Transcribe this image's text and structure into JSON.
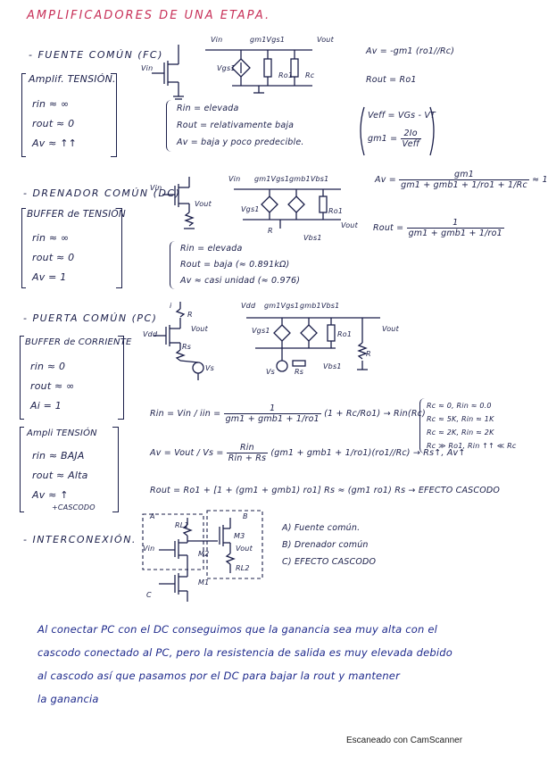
{
  "title": "AMPLIFICADORES DE UNA ETAPA.",
  "fc": {
    "heading": "- FUENTE COMÚN (FC)",
    "box_title": "Amplif. TENSIÓN.",
    "box_lines": [
      "rin ≈ ∞",
      "rout ≈ 0",
      "Av ≈ ↑↑"
    ],
    "props": [
      "Rin = elevada",
      "Rout = relativamente baja",
      "Av = baja y poco predecible."
    ],
    "av": "Av = -gm1 (ro1//Rc)",
    "rout": "Rout = Ro1",
    "veff": "Veff = VGs - VT",
    "gm_lhs": "gm1 =",
    "gm_num": "2Io",
    "gm_den": "Veff",
    "labels": [
      "Vin",
      "gm1Vgs1",
      "Vout",
      "Vgs1",
      "Ro1",
      "Rc"
    ]
  },
  "dc": {
    "heading": "- DRENADOR COMÚN (DC)",
    "box_title": "BUFFER de TENSIÓN",
    "box_lines": [
      "rin ≈ ∞",
      "rout ≈ 0",
      "Av = 1"
    ],
    "props": [
      "Rin = elevada",
      "Rout = baja (≈ 0.891kΩ)",
      "Av ≈ casi unidad (≈ 0.976)"
    ],
    "av_lhs": "Av =",
    "av_num": "gm1",
    "av_den": "gm1 + gmb1 + 1/ro1 + 1/Rc",
    "av_tail": "≈ 1",
    "rout_lhs": "Rout =",
    "rout_num": "1",
    "rout_den": "gm1 + gmb1 + 1/ro1",
    "labels": [
      "Vin",
      "Vout",
      "gm1Vgs1",
      "gmb1Vbs1",
      "Vgs1",
      "Ro1",
      "R",
      "Vbs1"
    ]
  },
  "pc": {
    "heading": "- PUERTA COMÚN (PC)",
    "box1_title": "BUFFER de CORRIENTE",
    "box1_lines": [
      "rin ≈ 0",
      "rout ≈ ∞",
      "Ai = 1"
    ],
    "box2_title": "Ampli TENSIÓN",
    "box2_lines": [
      "rin ≈ BAJA",
      "rout ≈ Alta",
      "Av ≈ ↑"
    ],
    "box2_note": "+CASCODO",
    "rin_lhs": "Rin = Vin / iin =",
    "rin_num": "1",
    "rin_den": "gm1 + gmb1 + 1/ro1",
    "rin_tail": "(1 + Rc/Ro1)  →  Rin(Rc)",
    "cases": [
      "Rc ≈ 0,  Rin ≈ 0.0",
      "Rc ≈ 5K,  Rin ≈ 1K",
      "Rc ≈ 2K,  Rin ≈ 2K",
      "Rc ≫ Ro1,  Rin ↑↑ ≪ Rc"
    ],
    "av_lhs": "Av = Vout / Vs =",
    "av_num": "Rin",
    "av_den": "Rin + Rs",
    "av_tail": "(gm1 + gmb1 + 1/ro1)(ro1//Rc)  →  Rs↑, Av↑",
    "rout": "Rout = Ro1 + [1 + (gm1 + gmb1) ro1] Rs  ≈  (gm1 ro1) Rs  →  EFECTO CASCODO",
    "labels": [
      "i",
      "R",
      "Vout",
      "Rs",
      "Vs",
      "Vdd",
      "gm1Vgs1",
      "gmb1Vbs1",
      "Vgs1",
      "Ro1",
      "R",
      "Vs",
      "Rs",
      "Vbs1",
      "Vout"
    ]
  },
  "inter": {
    "heading": "- INTERCONEXIÓN.",
    "labels": [
      "A",
      "B",
      "C",
      "RL1",
      "M3",
      "Vout",
      "RL2",
      "Vin",
      "M2",
      "M1"
    ],
    "list": [
      "A) Fuente común.",
      "B) Drenador común",
      "C) EFECTO CASCODO"
    ]
  },
  "conclusion": [
    "Al conectar PC con el DC conseguimos que la ganancia sea muy alta con el",
    "cascodo conectado al PC, pero la resistencia de salida es muy elevada debido",
    "al cascodo así que pasamos por el DC para bajar la rout y mantener",
    "la ganancia"
  ],
  "footer": "Escaneado con CamScanner"
}
